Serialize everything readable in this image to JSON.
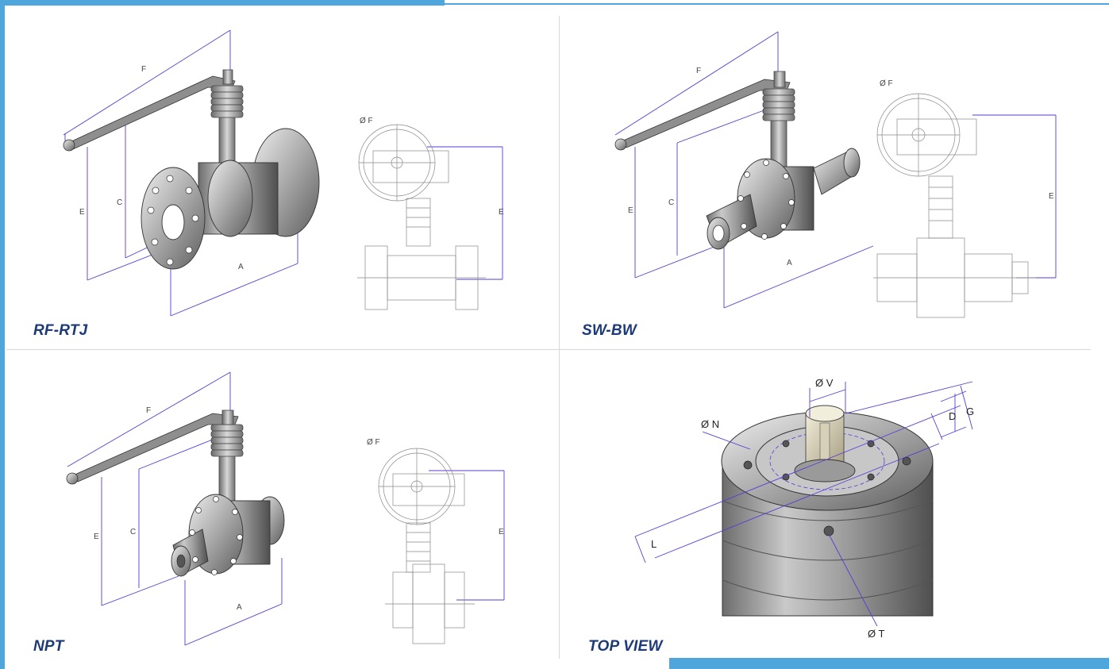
{
  "theme": {
    "accent": "#4ea6dc",
    "caption_color": "#1d3a78",
    "dimension_line_color": "#5a3bd6"
  },
  "panels": [
    {
      "id": "rf-rtj",
      "caption": "RF-RTJ",
      "iso_labels": {
        "f": "F",
        "e": "E",
        "c": "C",
        "a": "A"
      },
      "side_labels": {
        "f": "Ø F",
        "e": "E"
      }
    },
    {
      "id": "sw-bw",
      "caption": "SW-BW",
      "iso_labels": {
        "f": "F",
        "e": "E",
        "c": "C",
        "a": "A"
      },
      "side_labels": {
        "f": "Ø F",
        "e": "E"
      }
    },
    {
      "id": "npt",
      "caption": "NPT",
      "iso_labels": {
        "f": "F",
        "e": "E",
        "c": "C",
        "a": "A"
      },
      "side_labels": {
        "f": "Ø F",
        "e": "E"
      }
    },
    {
      "id": "top-view",
      "caption": "TOP VIEW",
      "labels": {
        "v": "Ø V",
        "n": "Ø N",
        "d": "D",
        "g": "G",
        "l": "L",
        "t": "Ø T"
      }
    }
  ]
}
